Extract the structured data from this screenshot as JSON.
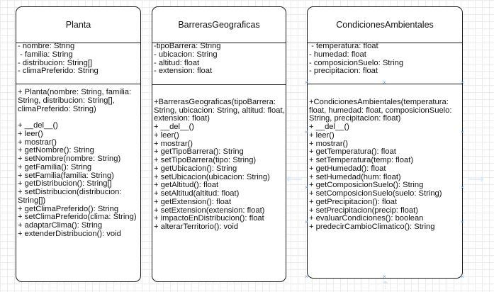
{
  "classes": [
    {
      "name": "Planta",
      "attributes": [
        "- nombre: String",
        " - familia: String",
        "- distribucion: String[]",
        "- climaPreferido: String"
      ],
      "methods": [
        "+ Planta(nombre: String, familia: String, distribucion: String[], climaPreferido: String)",
        "",
        "+ __del__()",
        "+ leer()",
        "+ mostrar()",
        "+ getNombre(): String",
        "+ setNombre(nombre: String)",
        "+ getFamilia(): String",
        "+ setFamilia(familia: String)",
        "+ getDistribucion(): String[]",
        "+ setDistribucion(distribucion: String[])",
        "+ getClimaPreferido(): String",
        "+ setClimaPreferido(clima: String)",
        "+ adaptarClima(): String",
        "+ extenderDistribucion(): void"
      ]
    },
    {
      "name": "BarrerasGeograficas",
      "attributes": [
        "-tipoBarrera: String",
        "- ubicacion: String",
        "- altitud: float",
        "- extension: float"
      ],
      "methods": [
        "",
        "+BarrerasGeograficas(tipoBarrera: String, ubicacion: String, altitud: float, extension: float)",
        "+ __del__()",
        "+ leer()",
        "+ mostrar()",
        "+ getTipoBarrera(): String",
        "+ setTipoBarrera(tipo: String)",
        "+ getUbicacion(): String",
        "+ setUbicacion(ubicacion: String)",
        "+ getAltitud(): float",
        "+ setAltitud(altitud: float)",
        "+ getExtension(): float",
        "+ setExtension(extension: float)",
        "+ impactoEnDistribucion(): float",
        "+ alterarTerritorio(): void"
      ]
    },
    {
      "name": "CondicionesAmbientales",
      "attributes": [
        " - temperatura: float",
        "- humedad: float",
        "- composicionSuelo: String",
        "- precipitacion: float"
      ],
      "methods": [
        "",
        "+CondicionesAmbientales(temperatura: float, humedad: float, composicionSuelo: String, precipitacion: float)",
        "+ __del__()",
        "+ leer()",
        "+ mostrar()",
        "+ getTemperatura(): float",
        "+ setTemperatura(temp: float)",
        "+ getHumedad(): float",
        "+ setHumedad(hum: float)",
        "+ getComposicionSuelo(): String",
        "+ setComposicionSuelo(suelo: String)",
        "+ getPrecipitacion(): float",
        "+ setPrecipitacion(precip: float)",
        "+ evaluarCondiciones(): boolean",
        "+ predecirCambioClimatico(): String"
      ]
    }
  ],
  "colors": {
    "border": "#1a1a1a",
    "grid": "#ececec",
    "selection": "#6aa7e0",
    "hover_arrow": "#d3e6f6"
  },
  "icons": [
    "selection-handle-icon",
    "connection-arrow-icon"
  ]
}
